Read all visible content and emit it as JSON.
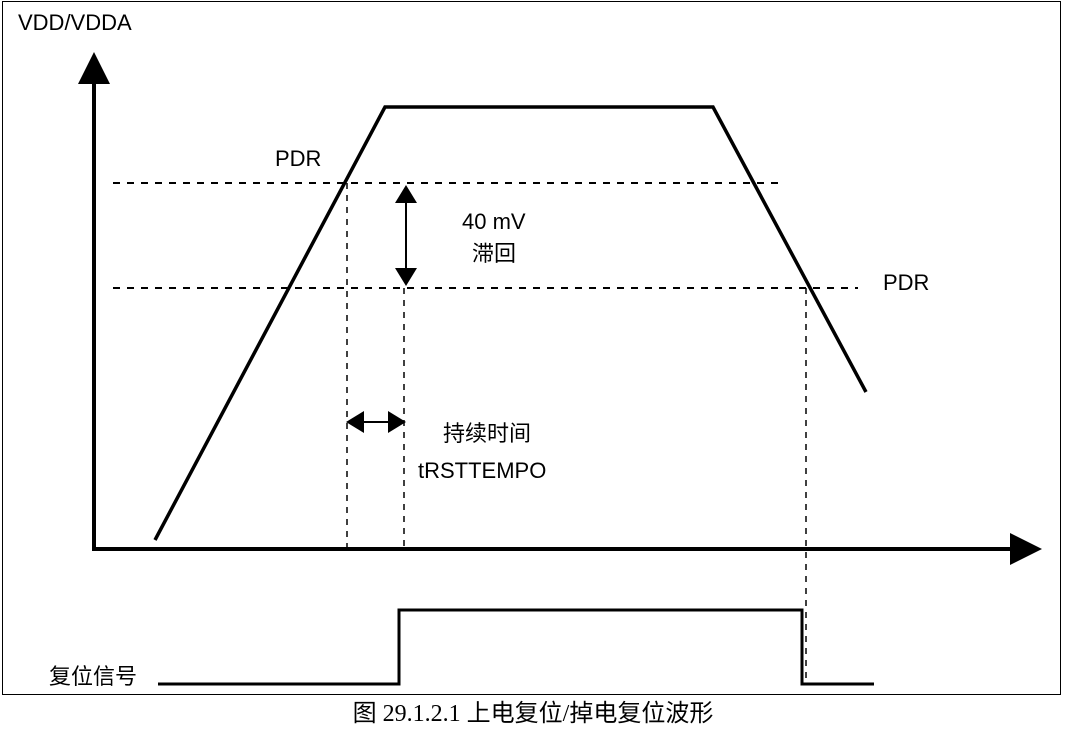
{
  "diagram": {
    "y_axis_label": "VDD/VDDA",
    "pdr_rising_label": "PDR",
    "pdr_falling_label": "PDR",
    "hysteresis_value": "40 mV",
    "hysteresis_label": "滞回",
    "duration_label": "持续时间",
    "duration_param": "tRSTTEMPO",
    "reset_signal_label": "复位信号"
  },
  "caption": "图 29.1.2.1  上电复位/掉电复位波形"
}
